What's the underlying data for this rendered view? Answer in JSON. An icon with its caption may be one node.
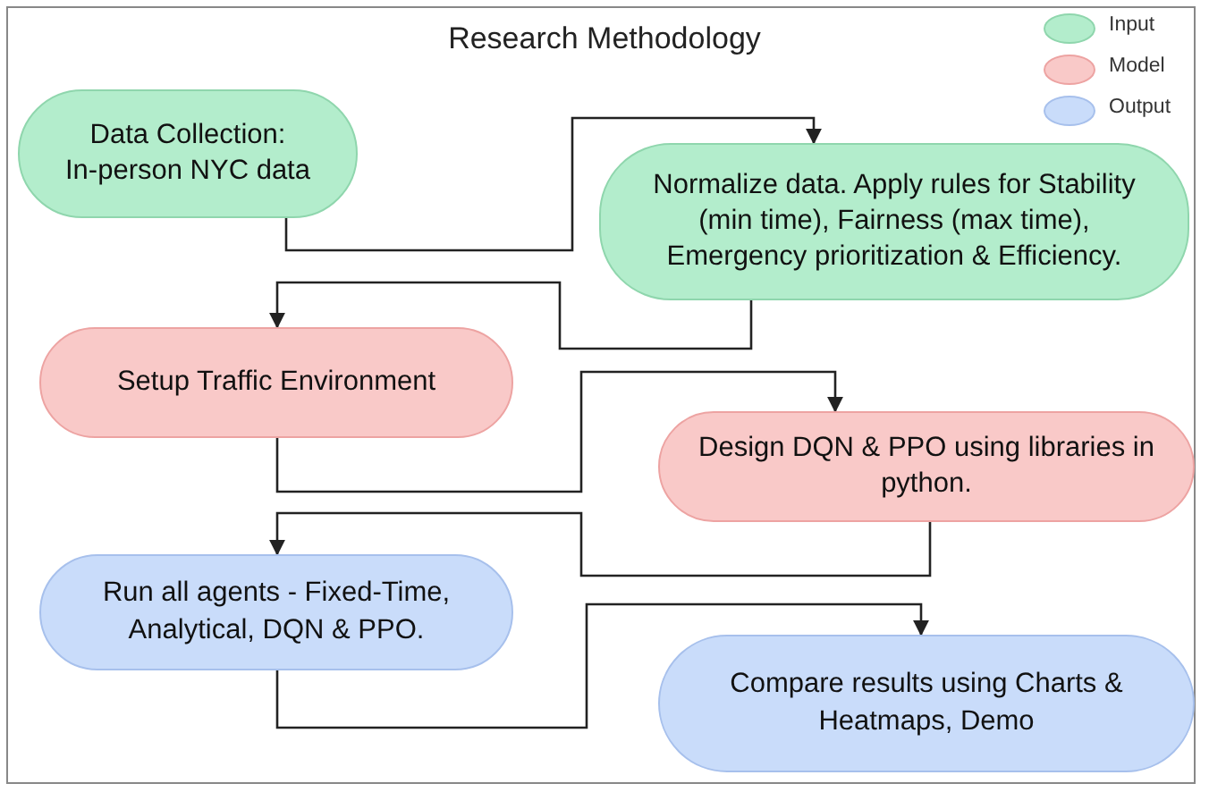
{
  "diagram": {
    "title": "Research Methodology",
    "nodes": [
      {
        "text": [
          "Data Collection:",
          "In-person NYC data"
        ]
      },
      {
        "text": [
          "Normalize data. Apply rules for Stability (min time), Fairness (max time), Emergency prioritization & Efficiency."
        ]
      },
      {
        "text": [
          "Setup Traffic Environment"
        ]
      },
      {
        "text": [
          "Design DQN & PPO using libraries in python."
        ]
      },
      {
        "text": [
          "Run all agents - Fixed-Time, Analytical, DQN & PPO."
        ]
      },
      {
        "text": [
          "Compare results using Charts & Heatmaps, Demo"
        ]
      }
    ],
    "edges": [
      {
        "from": 0,
        "to": 1,
        "arrow": "to"
      },
      {
        "from": 1,
        "to": 2,
        "arrow": "to"
      },
      {
        "from": 2,
        "to": 3,
        "arrow": "to"
      },
      {
        "from": 3,
        "to": 4,
        "arrow": "to"
      },
      {
        "from": 4,
        "to": 5,
        "arrow": "to"
      }
    ],
    "legend": [
      {
        "text": "Input",
        "color": "#b3edcc"
      },
      {
        "text": "Model",
        "color": "#f9c9c8"
      },
      {
        "text": "Output",
        "color": "#c9dcfa"
      }
    ]
  }
}
